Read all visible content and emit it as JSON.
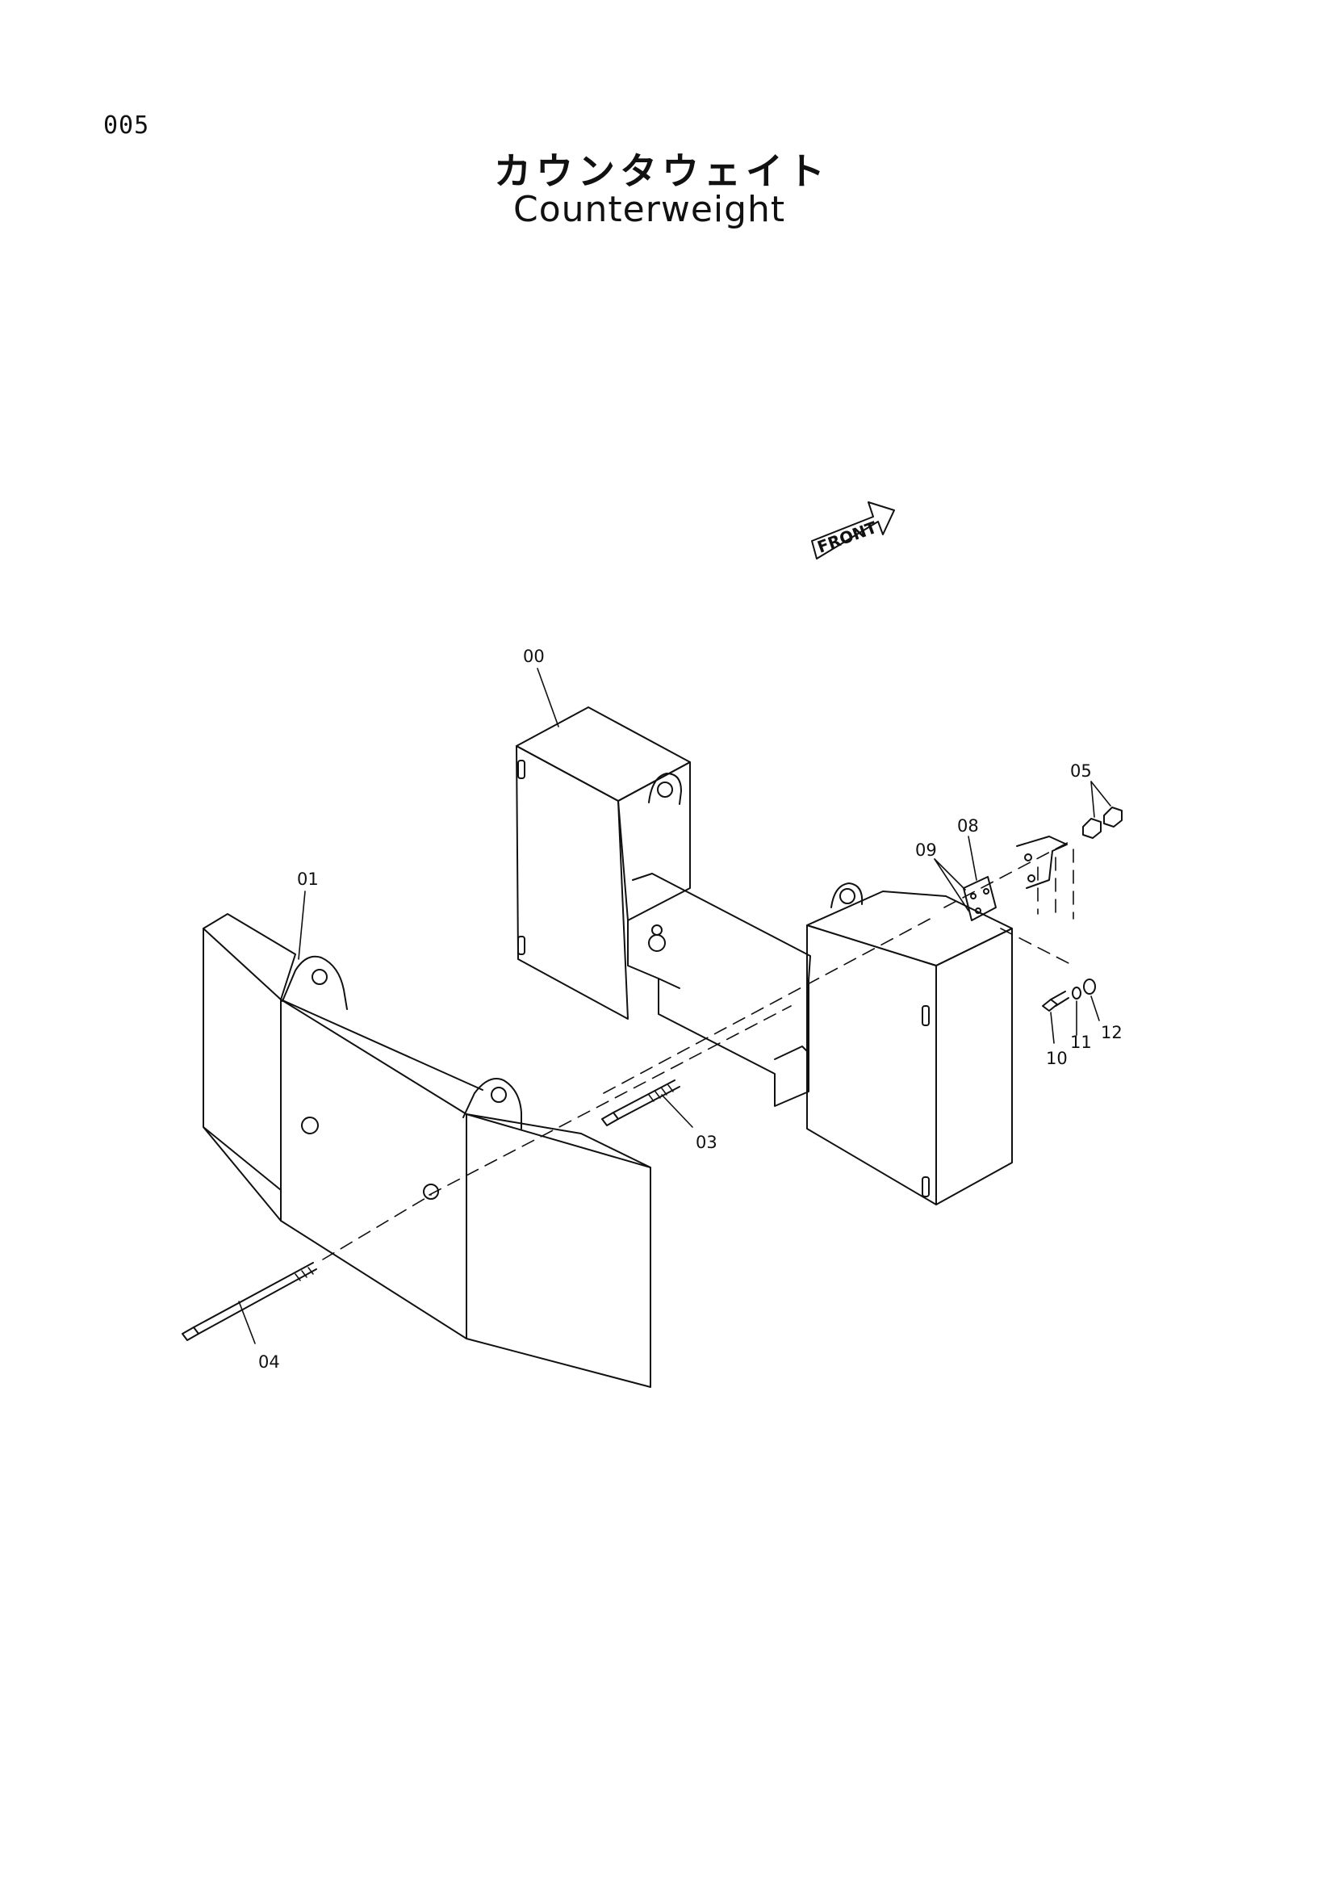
{
  "page_number": "005",
  "title_jp": "カウンタウェイト",
  "title_en": "Counterweight",
  "front_marker": "FRONT",
  "callouts": {
    "p00": "00",
    "p01": "01",
    "p03": "03",
    "p04": "04",
    "p05": "05",
    "p08": "08",
    "p09": "09",
    "p10": "10",
    "p11": "11",
    "p12": "12"
  }
}
